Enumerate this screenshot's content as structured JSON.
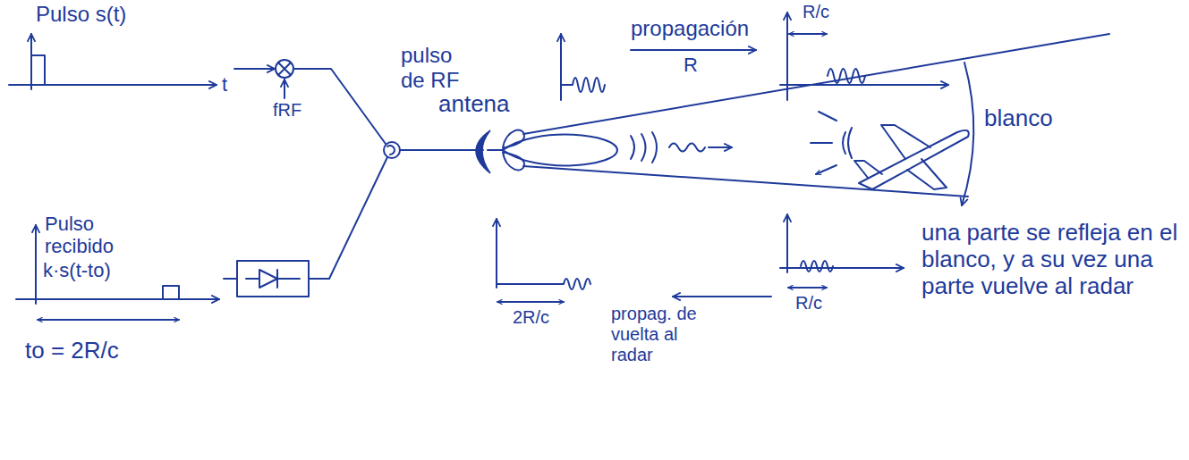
{
  "diagram": {
    "labels": [
      "Pulso s(t)",
      "t",
      "fRF",
      "pulso de RF",
      "propagación",
      "R",
      "R/c",
      "antena",
      "blanco",
      "Pulso recibido",
      "k·s(t-to)",
      "to = 2R/c",
      "2R/c",
      "propag. de vuelta al radar",
      "R/c",
      "una parte se refleja en el blanco, y a su vez una parte vuelve al radar"
    ]
  }
}
